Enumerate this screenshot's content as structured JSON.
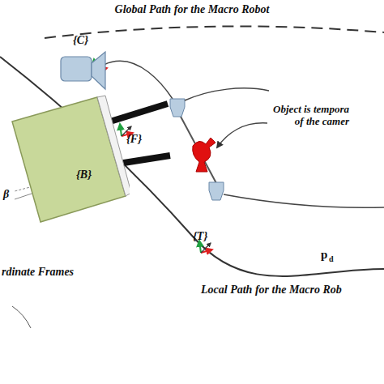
{
  "diagram": {
    "nodes": [
      {
        "text": [
          "{C}"
        ]
      },
      {
        "text": [
          "{B}"
        ]
      }
    ],
    "labels": [
      "Global Path for the Macro Robot",
      "{F}",
      "Object is tempora of the camer",
      "β",
      "{T}",
      "p",
      "d",
      "rdinate Frames",
      "Local Path for the Macro Rob"
    ]
  }
}
